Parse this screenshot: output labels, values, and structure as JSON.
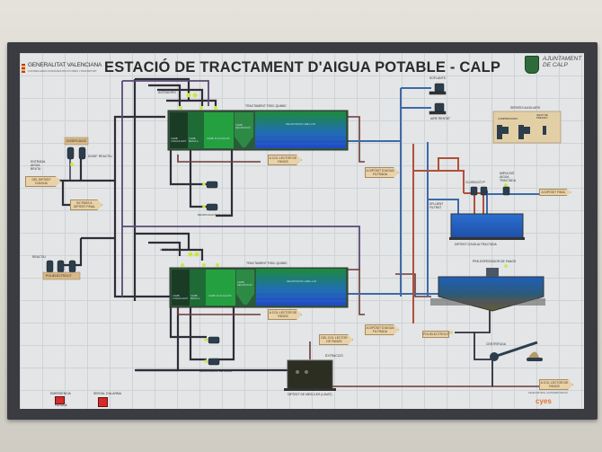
{
  "panel": {
    "title": "ESTACIÓ DE TRACTAMENT D'AIGUA POTABLE - CALP",
    "logo_left": {
      "name": "GENERALITAT VALENCIANA",
      "subtitle": "CONSELLERIA D'INFRAESTRUCTURES I TRANSPORT"
    },
    "logo_right": {
      "line1": "AJUNTAMENT",
      "line2": "DE CALP"
    },
    "manufacturer": "cyes",
    "manufacturer_sub": "TELECONTROL I AUTOMATITZACIÓ"
  },
  "inlet": {
    "label": "ENTRADA AIGUA BRUTA",
    "source_tag": "DEL DIPÒSIT D'AIGUA",
    "bypass_tag": "BY-PASS A DIPÒSIT FINAL",
    "pumps_tag": "DOSIFICACIÓ",
    "pumps_note": "DOSIF. REACTIU"
  },
  "dosing": {
    "tag": "POLIELECTROLIT",
    "note": "REACTIU"
  },
  "line1": {
    "title": "TRACTAMENT FISIC-QUIMIC",
    "stages": [
      "CAMB. COAGULACIÓ",
      "CAMB. MESCLA",
      "CAMB. FLOCULACIÓ",
      "CAMB. DECANTACIÓ",
      "DECANTADOR LAMEL·LAR"
    ],
    "header_label": "AGITADORS",
    "sludge_tag": "A COL·LECTOR DE FANGS",
    "filter_tag": "A DIPÒSIT D'AIGUA FILTRADA",
    "pump_label": "RECIRCULACIÓ DE FANGS"
  },
  "line2": {
    "title": "TRACTAMENT FISIC-QUIMIC",
    "stages": [
      "CAMB. COAGULACIÓ",
      "CAMB. MESCLA",
      "CAMB. FLOCULACIÓ",
      "CAMB. DECANTACIÓ",
      "DECANTADOR LAMEL·LAR"
    ],
    "header_label": "AGITADORS",
    "sludge_tag": "A COL·LECTOR DE FANGS",
    "filter_tag": "A DIPÒSIT D'AIGUA FILTRADA",
    "pump_label": "RECIRCULACIÓ DE FANGS"
  },
  "blowers": {
    "label": "SOFLANTS",
    "note": "AIRE RENTAT"
  },
  "aux_services": {
    "title": "SERVEIS AUXILIARS",
    "left_label": "COMPRESSORS",
    "right_label": "GRUP DE PRESSIÓ"
  },
  "final_tank": {
    "label": "DIPÒSIT D'AIGUA TRACTADA",
    "pumps_label": "CLORACIÓ Pº",
    "impulse_label": "IMPULSIÓ AIGUA TRACTADA",
    "filtered_label": "EFLUENT FILTRAT",
    "out_tag": "A DIPÒSIT FINAL"
  },
  "thickener": {
    "label": "PRE-ESPESSIDOR DE FANGS",
    "poly_tag": "POLIELECTROLIT"
  },
  "centrifuge": {
    "label": "CENTRÍFUGA"
  },
  "sludge_pit": {
    "label": "DIPÒSIT DE MESCLES (LAVAT)",
    "tag": "DEL COL·LECTOR DE FANGS",
    "vent_label": "EXTRACCIÓ"
  },
  "outlet_tag": "A COL·LECTOR DE FANGS",
  "buttons": {
    "emergency": "EMERGENCIA",
    "emergency_sub": "PARADA",
    "alarm": "SENYAL D'ALARMA"
  },
  "colors": {
    "raw_water": "#2f2a3a",
    "sludge": "#6a3a3a",
    "treated": "#3d6aa8",
    "filtered": "#a84a35",
    "frame": "#3a3c42"
  }
}
